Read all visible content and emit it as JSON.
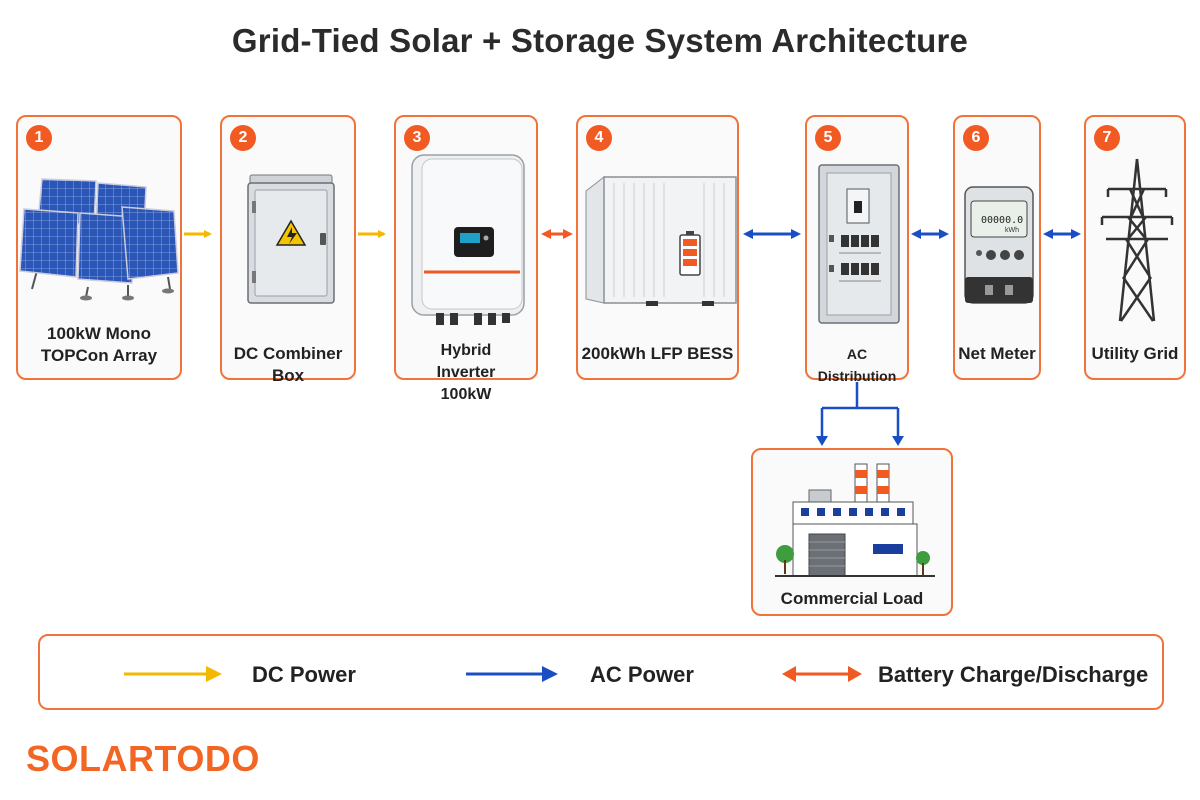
{
  "title": "Grid-Tied Solar + Storage System Architecture",
  "colors": {
    "accent": "#f15a22",
    "dc": "#f5b800",
    "ac": "#1a4fc4",
    "battery": "#f15a22"
  },
  "nodes": [
    {
      "number": "1",
      "label": "100kW Mono TOPCon Array",
      "icon": "solar-panel-icon"
    },
    {
      "number": "2",
      "label": "DC Combiner Box",
      "icon": "combiner-box-icon"
    },
    {
      "number": "3",
      "label": "Hybrid Inverter 100kW",
      "icon": "inverter-icon"
    },
    {
      "number": "4",
      "label": "200kWh LFP BESS",
      "icon": "battery-container-icon"
    },
    {
      "number": "5",
      "label": "AC Distribution",
      "icon": "distribution-panel-icon"
    },
    {
      "number": "6",
      "label": "Net Meter",
      "icon": "meter-icon"
    },
    {
      "number": "7",
      "label": "Utility Grid",
      "icon": "transmission-tower-icon"
    }
  ],
  "load": {
    "label": "Commercial Load",
    "icon": "factory-icon"
  },
  "meter_display": "00000.0",
  "meter_unit": "kWh",
  "legend": [
    {
      "label": "DC Power",
      "type": "dc"
    },
    {
      "label": "AC Power",
      "type": "ac"
    },
    {
      "label": "Battery Charge/Discharge",
      "type": "battery"
    }
  ],
  "brand": "SOLARTODO"
}
